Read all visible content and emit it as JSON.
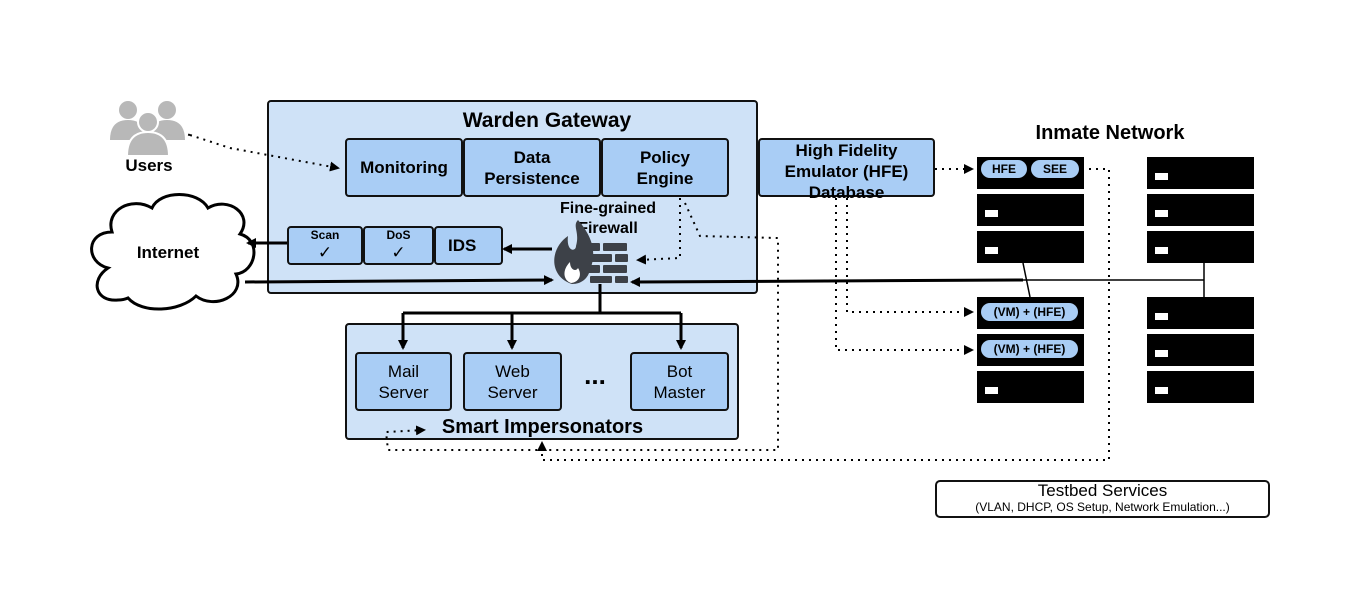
{
  "users": {
    "label": "Users"
  },
  "internet": {
    "label": "Internet"
  },
  "warden_gateway": {
    "title": "Warden Gateway",
    "monitoring": "Monitoring",
    "data_persistence": "Data\nPersistence",
    "policy_engine": "Policy\nEngine",
    "firewall_label": "Fine-grained\nFirewall",
    "ids": {
      "scan_label": "Scan",
      "dos_label": "DoS",
      "check": "✓",
      "ids_label": "IDS"
    }
  },
  "hfe_database": {
    "label": "High Fidelity\nEmulator (HFE)\nDatabase"
  },
  "smart_impersonators": {
    "title": "Smart Impersonators",
    "mail_server": "Mail\nServer",
    "web_server": "Web\nServer",
    "ellipsis": "...",
    "bot_master": "Bot\nMaster"
  },
  "inmate_network": {
    "title": "Inmate Network",
    "hfe_tag": "HFE",
    "see_tag": "SEE",
    "vm_hfe_tag_1": "(VM) + (HFE)",
    "vm_hfe_tag_2": "(VM) + (HFE)"
  },
  "testbed_services": {
    "title": "Testbed Services",
    "subtitle": "(VLAN, DHCP, OS Setup, Network Emulation...)"
  },
  "colors": {
    "panel_fill": "#cfe2f7",
    "box_fill": "#a9cdf5",
    "server_fill": "#000000",
    "cloud_fill": "#ffffff",
    "users_icon": "#b8b8b8",
    "firewall_icon": "#3d4148"
  }
}
